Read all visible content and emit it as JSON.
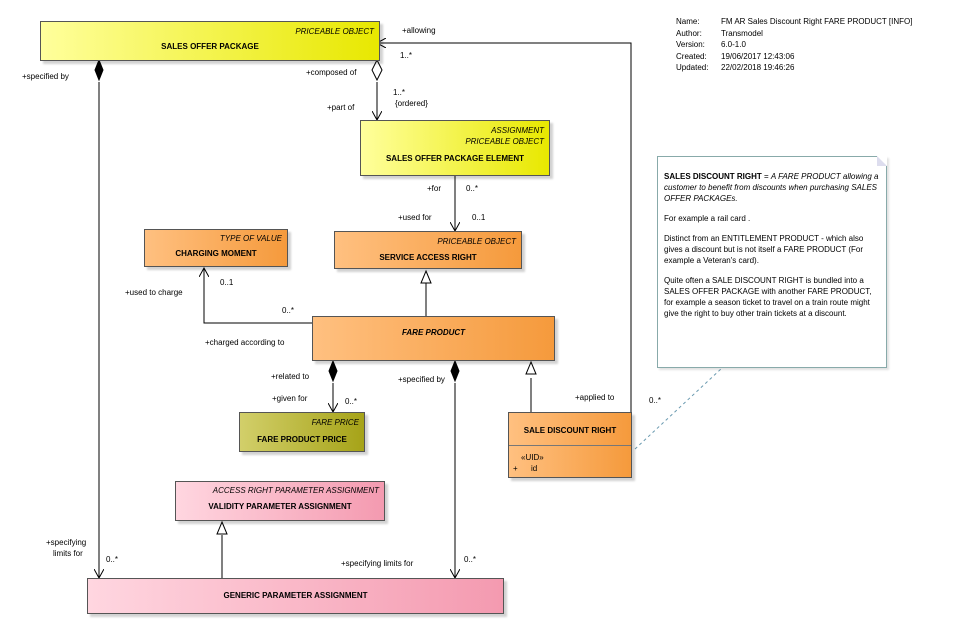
{
  "meta": {
    "name_label": "Name:",
    "name": "FM AR Sales Discount Right  FARE PRODUCT [INFO]",
    "author_label": "Author:",
    "author": "Transmodel",
    "version_label": "Version:",
    "version": "6.0-1.0",
    "created_label": "Created:",
    "created": "19/06/2017 12:43:06",
    "updated_label": "Updated:",
    "updated": "22/02/2018 19:46:26"
  },
  "boxes": {
    "sales_offer_package": {
      "stereotype": "PRICEABLE OBJECT",
      "name": "SALES OFFER PACKAGE"
    },
    "sales_offer_package_element": {
      "stereotype1": "ASSIGNMENT",
      "stereotype2": "PRICEABLE OBJECT",
      "name": "SALES OFFER PACKAGE ELEMENT"
    },
    "charging_moment": {
      "stereotype": "TYPE OF VALUE",
      "name": "CHARGING MOMENT"
    },
    "service_access_right": {
      "stereotype": "PRICEABLE OBJECT",
      "name": "SERVICE ACCESS RIGHT"
    },
    "fare_product": {
      "name": "FARE PRODUCT"
    },
    "fare_product_price": {
      "stereotype": "FARE PRICE",
      "name": "FARE PRODUCT PRICE"
    },
    "sale_discount_right": {
      "name": "SALE DISCOUNT RIGHT",
      "attr_stereo": "«UID»",
      "attr_vis": "+",
      "attr_name": "id"
    },
    "validity_parameter_assignment": {
      "stereotype": "ACCESS RIGHT PARAMETER ASSIGNMENT",
      "name": "VALIDITY PARAMETER ASSIGNMENT"
    },
    "generic_parameter_assignment": {
      "name": "GENERIC PARAMETER ASSIGNMENT"
    }
  },
  "labels": {
    "allowing": "+allowing",
    "one_many_top": "1..*",
    "specified_by_1": "+specified by",
    "composed_of": "+composed of",
    "one_many_2": "1..*",
    "ordered": "{ordered}",
    "part_of": "+part of",
    "for": "+for",
    "zero_many_for": "0..*",
    "used_for": "+used for",
    "zero_one_used_for": "0..1",
    "zero_one_charge": "0..1",
    "used_to_charge": "+used to charge",
    "zero_many_charged": "0..*",
    "charged_according_to": "+charged according to",
    "related_to": "+related to",
    "given_for": "+given for",
    "zero_many_given": "0..*",
    "specified_by_2": "+specified by",
    "applied_to": "+applied to",
    "zero_many_applied": "0..*",
    "specifying_limits_for_1": "+specifying",
    "specifying_limits_for_1b": "limits for",
    "zero_many_limits_1": "0..*",
    "specifying_limits_for_2": "+specifying limits for",
    "zero_many_limits_2": "0..*"
  },
  "note": {
    "term": "SALES DISCOUNT RIGHT",
    "eq": " = ",
    "definition": "A FARE PRODUCT allowing a customer to benefit from discounts when purchasing SALES OFFER PACKAGEs.",
    "p2": "For example a rail card .",
    "p3": "Distinct from an ENTITLEMENT PRODUCT - which also gives a discount but is not itself a FARE PRODUCT (For example a Veteran's card).",
    "p4": "Quite often a SALE DISCOUNT RIGHT is bundled into a SALES OFFER PACKAGE with another FARE PRODUCT, for example a season ticket to travel on a train route might  give the right to buy other train tickets at a discount."
  },
  "colors": {
    "yellow": "#f0f000",
    "orange": "#f59a3c",
    "olive": "#a6a318",
    "pink": "#f49ab0",
    "line": "#000000",
    "note_link": "#6a9ab0"
  }
}
